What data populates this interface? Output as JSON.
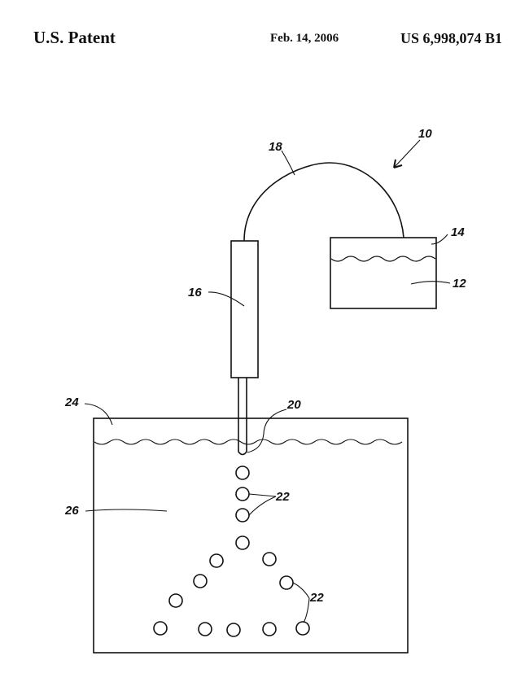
{
  "header": {
    "left": "U.S. Patent",
    "date": "Feb. 14, 2006",
    "number": "US 6,998,074 B1"
  },
  "figure": {
    "labels": {
      "apparatus": "10",
      "reservoir_fluid": "12",
      "reservoir_surface": "14",
      "syringe": "16",
      "tube": "18",
      "nozzle_tip": "20",
      "droplets_upper": "22",
      "droplets_lower": "22",
      "bath_surface": "24",
      "bath_liquid": "26"
    }
  }
}
